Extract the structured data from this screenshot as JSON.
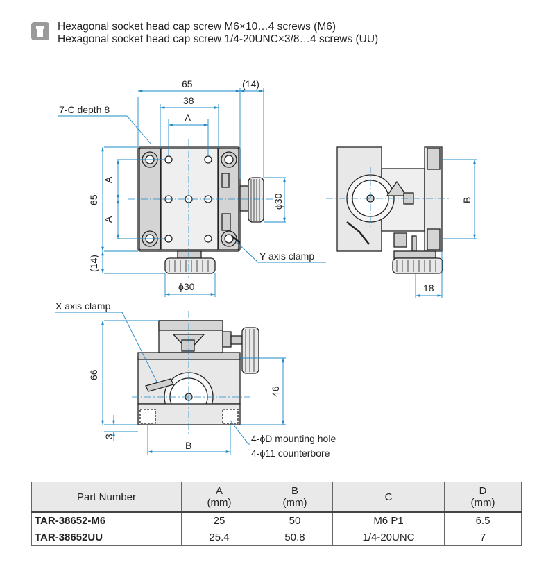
{
  "header": {
    "icon": "screw-icon",
    "line1": "Hexagonal socket head cap screw M6×10…4 screws (M6)",
    "line2": "Hexagonal socket head cap screw 1/4-20UNC×3/8…4 screws (UU)"
  },
  "drawing": {
    "dim_65_top": "65",
    "dim_14_top": "(14)",
    "dim_38": "38",
    "dim_A_top": "A",
    "callout_7c": "7-C depth 8",
    "dim_A_left1": "A",
    "dim_A_left2": "A",
    "dim_65_left": "65",
    "dim_14_left": "(14)",
    "dim_phi30_right": "ϕ30",
    "dim_phi30_bottom": "ϕ30",
    "callout_y_clamp": "Y axis clamp",
    "dim_B_side": "B",
    "dim_18": "18",
    "callout_x_clamp": "X axis clamp",
    "dim_66": "66",
    "dim_46": "46",
    "dim_3": "3",
    "dim_B_front": "B",
    "callout_mount1": "4-ϕD mounting hole",
    "callout_mount2": "4-ϕ11 counterbore"
  },
  "table": {
    "headers": [
      {
        "main": "Part Number",
        "unit": ""
      },
      {
        "main": "A",
        "unit": "(mm)"
      },
      {
        "main": "B",
        "unit": "(mm)"
      },
      {
        "main": "C",
        "unit": ""
      },
      {
        "main": "D",
        "unit": "(mm)"
      }
    ],
    "rows": [
      [
        "TAR-38652-M6",
        "25",
        "50",
        "M6 P1",
        "6.5"
      ],
      [
        "TAR-38652UU",
        "25.4",
        "50.8",
        "1/4-20UNC",
        "7"
      ]
    ]
  },
  "colors": {
    "dimension": "#1e88c8",
    "outline": "#222222",
    "fill": "#e8e8e8",
    "header_bg": "#e9e9e9"
  }
}
